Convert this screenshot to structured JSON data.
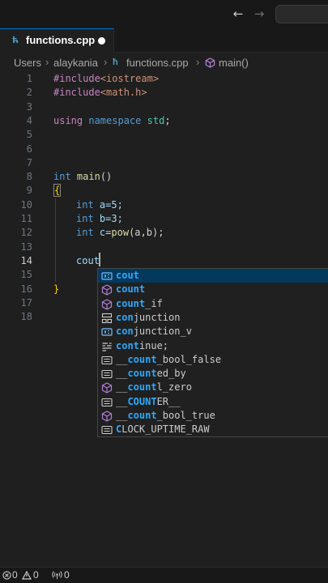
{
  "titlebar": {
    "back_icon": "arrow-left-icon",
    "forward_icon": "arrow-right-icon"
  },
  "tab": {
    "label": "functions.cpp",
    "icon": "c++-file-icon"
  },
  "breadcrumb": {
    "folder1": "Users",
    "folder2": "alaykania",
    "file": "functions.cpp",
    "symbol": "main()"
  },
  "editor": {
    "line_numbers": [
      "1",
      "2",
      "3",
      "4",
      "5",
      "6",
      "7",
      "8",
      "9",
      "10",
      "11",
      "12",
      "13",
      "14",
      "15",
      "16",
      "17",
      "18"
    ],
    "active_line": "14",
    "lines": {
      "l1_directive": "#include",
      "l1_header": "<iostream>",
      "l2_directive": "#include",
      "l2_header": "<math.h>",
      "l4_using": "using",
      "l4_namespace": "namespace",
      "l4_std": "std",
      "l4_semi": ";",
      "l8_type": "int",
      "l8_name": "main",
      "l8_parens": "()",
      "l9_brace": "{",
      "l10_type": "int",
      "l10_rest": "a=5;",
      "l11_type": "int",
      "l11_rest": "b=3;",
      "l12_type": "int",
      "l12_var": "c",
      "l12_eq": "=",
      "l12_fn": "pow",
      "l12_args": "(a,b);",
      "l14_text": "cout",
      "l16_brace": "}"
    }
  },
  "suggestions": [
    {
      "icon": "variable-icon",
      "pre": "",
      "hl": "cout",
      "post": "",
      "selected": true
    },
    {
      "icon": "method-icon",
      "pre": "",
      "hl": "count",
      "post": ""
    },
    {
      "icon": "method-icon",
      "pre": "",
      "hl": "count",
      "post": "_if"
    },
    {
      "icon": "structure-icon",
      "pre": "",
      "hl": "con",
      "post": "junction"
    },
    {
      "icon": "variable-icon",
      "pre": "",
      "hl": "con",
      "post": "junction_v"
    },
    {
      "icon": "keyword-icon",
      "pre": "",
      "hl": "cont",
      "post": "inue;"
    },
    {
      "icon": "text-icon",
      "pre": "__",
      "hl": "count",
      "post": "_bool_false"
    },
    {
      "icon": "text-icon",
      "pre": "__",
      "hl": "count",
      "post": "ed_by"
    },
    {
      "icon": "method-icon",
      "pre": "__",
      "hl": "count",
      "post": "l_zero"
    },
    {
      "icon": "text-icon",
      "pre": "__",
      "hl": "COUNT",
      "post": "ER__"
    },
    {
      "icon": "method-icon",
      "pre": "__",
      "hl": "count",
      "post": "_bool_true"
    },
    {
      "icon": "text-icon",
      "pre": "",
      "hl": "C",
      "post": "LOCK_UPTIME_RAW"
    }
  ],
  "statusbar": {
    "errors": "0",
    "warnings": "0",
    "ports": "0"
  },
  "colors": {
    "accent": "#0078d4",
    "match_highlight": "#2aaaff",
    "selected_row": "#04395e",
    "method_purple": "#b180d7",
    "variable_blue": "#75beff"
  }
}
